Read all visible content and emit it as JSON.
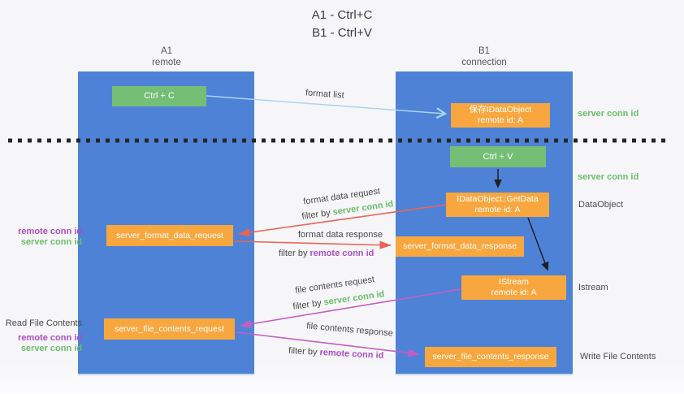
{
  "title": {
    "line1": "A1 - Ctrl+C",
    "line2": "B1 - Ctrl+V"
  },
  "lifelines": {
    "left": {
      "id": "A1",
      "role": "remote"
    },
    "right": {
      "id": "B1",
      "role": "connection"
    }
  },
  "nodes": {
    "ctrl_c": {
      "label": "Ctrl + C"
    },
    "ctrl_v": {
      "label": "Ctrl + V"
    },
    "save_idataobject": {
      "title": "保存IDataObject",
      "subtitle": "remote id: A"
    },
    "idataobject_getdata": {
      "title": "IDataObject::GetData",
      "subtitle": "remote id: A"
    },
    "istream": {
      "title": "IStream",
      "subtitle": "remote id: A"
    },
    "server_format_data_request": {
      "label": "server_format_data_request"
    },
    "server_format_data_response": {
      "label": "server_format_data_response"
    },
    "server_file_contents_request": {
      "label": "server_file_contents_request"
    },
    "server_file_contents_response": {
      "label": "server_file_contents_response"
    }
  },
  "edges": {
    "format_list": {
      "label": "format list"
    },
    "format_data_request": {
      "label": "format data request",
      "filter_prefix": "filter by ",
      "filter_key": "server conn id"
    },
    "format_data_response": {
      "label": "format data response",
      "filter_prefix": "filter by ",
      "filter_key": "remote conn id"
    },
    "file_contents_request": {
      "label": "file contents request",
      "filter_prefix": "filter by ",
      "filter_key": "server conn id"
    },
    "file_contents_response": {
      "label": "file contents response",
      "filter_prefix": "filter by ",
      "filter_key": "remote conn id"
    }
  },
  "annotations": {
    "right": {
      "server_conn_id_top": "server conn id",
      "server_conn_id_mid": "server conn id",
      "dataobject": "DataObject",
      "istream": "Istream",
      "write_file_contents": "Write File Contents"
    },
    "left": {
      "remote_conn_id_1": "remote conn id",
      "server_conn_id_1": "server conn id",
      "read_file_contents": "Read File Contents",
      "remote_conn_id_2": "remote conn id",
      "server_conn_id_2": "server conn id"
    }
  },
  "colors": {
    "lifeline_blue": "#4e82d6",
    "node_green": "#73bf75",
    "node_orange": "#f8a73f",
    "arrow_light_blue": "#a9d4ef",
    "arrow_red": "#ea6359",
    "arrow_magenta": "#c45ec4",
    "arrow_black": "#1f1f1f",
    "text_green": "#6abf69",
    "text_purple": "#ab4fc3",
    "text_dark": "#4a4a4a"
  }
}
